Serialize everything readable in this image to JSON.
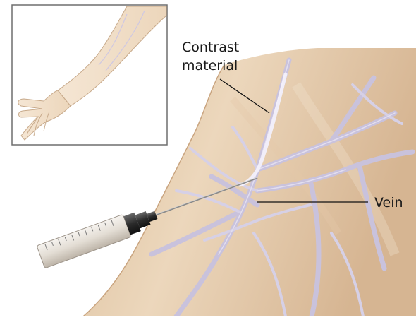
{
  "labels": {
    "contrast_line1": "Contrast",
    "contrast_line2": "material",
    "vein": "Vein"
  },
  "colors": {
    "skin": "#ead3b6",
    "skin_shadow": "#d9b995",
    "vein": "#c9c2dc",
    "vein_highlight": "#e2def0",
    "contrast": "#eeeaf8",
    "syringe_barrel": "#e8e4de",
    "syringe_metal": "#2f2f2f",
    "needle": "#8a8a8a",
    "leader_line": "#111111",
    "inset_border": "#6e6e6e"
  }
}
